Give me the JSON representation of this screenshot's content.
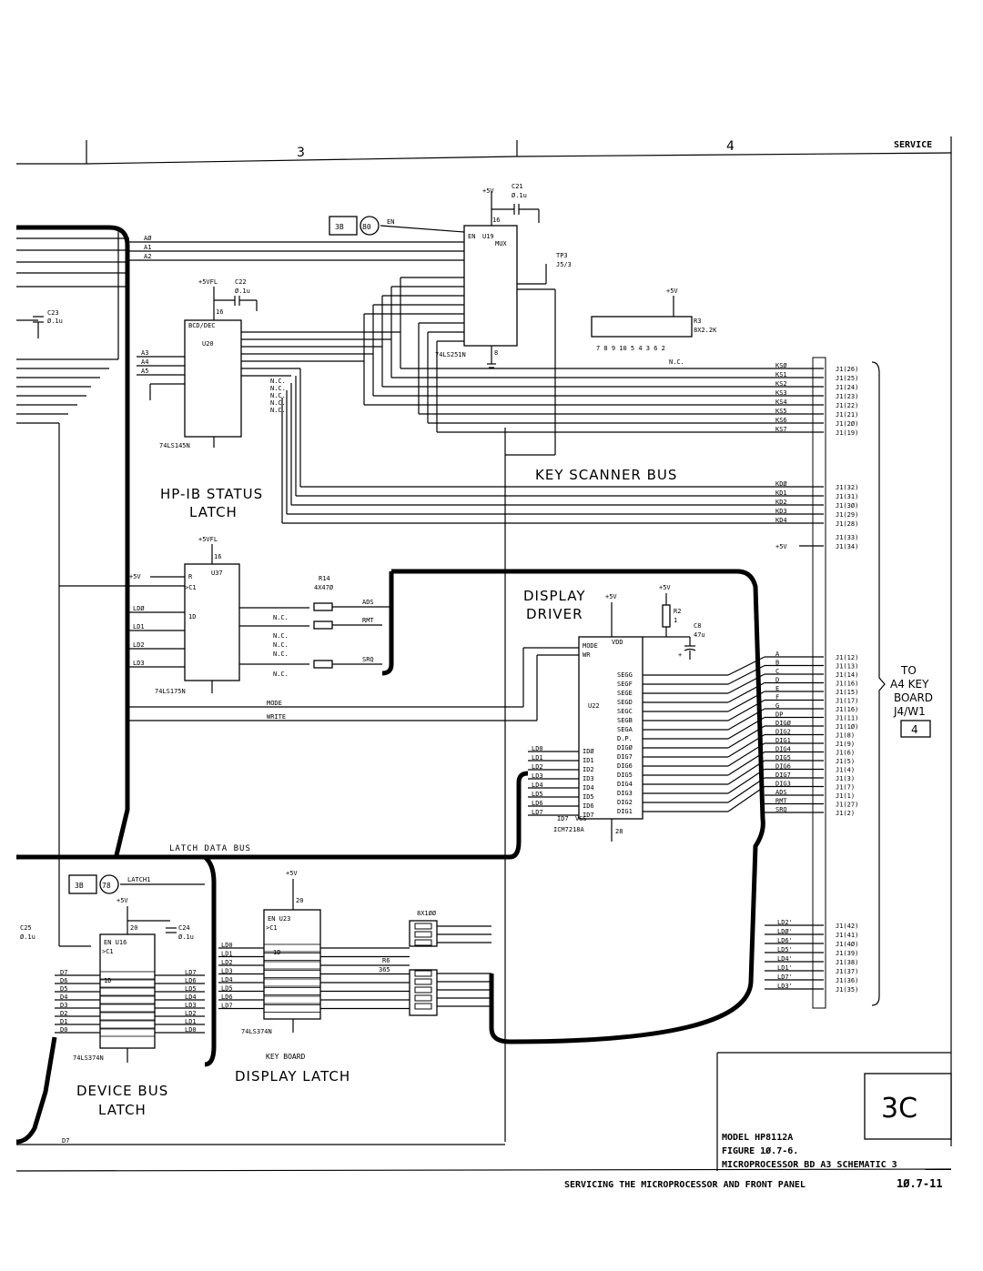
{
  "header": {
    "zone3": "3",
    "zone4": "4",
    "service": "SERVICE"
  },
  "blocks": {
    "hpib_line1": "HP-IB STATUS",
    "hpib_line2": "LATCH",
    "key_scanner_bus": "KEY SCANNER BUS",
    "display_driver_line1": "DISPLAY",
    "display_driver_line2": "DRIVER",
    "latch_data_bus": "LATCH DATA BUS",
    "device_bus_line1": "DEVICE BUS",
    "device_bus_line2": "LATCH",
    "key_board": "KEY BOARD",
    "display_latch": "DISPLAY LATCH"
  },
  "refs": {
    "ref_3b_a": "3B",
    "circle_80": "80",
    "en_label": "EN",
    "ref_3b_b": "3B",
    "circle_78": "78",
    "latch1_label": "LATCH1"
  },
  "components": {
    "u19": "74LS251N",
    "u19_mux": "MUX",
    "u20": "74LS145N",
    "u20_bcd": "BCD/DEC",
    "u37": "74LS175N",
    "u22": "ICM7218A",
    "u16": "74LS374N",
    "u23": "74LS374N",
    "c21_name": "C21",
    "c21_val": "Ø.1u",
    "c22_name": "C22",
    "c22_val": "Ø.1u",
    "c23_name": "C23",
    "c23_val": "Ø.1u",
    "c24_name": "C24",
    "c24_val": "Ø.1u",
    "c25_name": "C25",
    "c25_val": "Ø.1u",
    "c8_name": "C8",
    "c8_val": "47u",
    "r2_name": "R2",
    "r2_val": "1",
    "r3_name": "R3",
    "r3_val": "8X2.2K",
    "r14_name": "R14",
    "r14_val": "4X47Ø",
    "r6_name": "R6",
    "r6_val": "365",
    "rn_8x100": "8X1ØØ",
    "tp3": "TP3",
    "tp3_ref": "J5/3",
    "plus5v": "+5V",
    "plus5vfl": "+5VFL"
  },
  "address_lines": [
    "AØ",
    "A1",
    "A2"
  ],
  "u20_address": [
    "A3",
    "A4",
    "A5"
  ],
  "key_scan_lines": [
    "KSØ",
    "KS1",
    "KS2",
    "KS3",
    "KS4",
    "KS5",
    "KS6",
    "KS7"
  ],
  "key_scan_pins": [
    "J1(26)",
    "J1(25)",
    "J1(24)",
    "J1(23)",
    "J1(22)",
    "J1(21)",
    "J1(2Ø)",
    "J1(19)"
  ],
  "key_data_lines": [
    "KDØ",
    "KD1",
    "KD2",
    "KD3",
    "KD4"
  ],
  "key_data_pins": [
    "J1(32)",
    "J1(31)",
    "J1(3Ø)",
    "J1(29)",
    "J1(28)"
  ],
  "plus5v_pins": [
    "J1(33)",
    "J1(34)"
  ],
  "display_lines": [
    "A",
    "B",
    "C",
    "D",
    "E",
    "F",
    "G",
    "DP",
    "DIGØ",
    "DIG2",
    "DIG1",
    "DIG4",
    "DIG5",
    "DIG6",
    "DIG7",
    "DIG3",
    "ADS",
    "RMT",
    "SRQ"
  ],
  "display_pins": [
    "J1(12)",
    "J1(13)",
    "J1(14)",
    "J1(16)",
    "J1(15)",
    "J1(17)",
    "J1(16)",
    "J1(11)",
    "J1(1Ø)",
    "J1(8)",
    "J1(9)",
    "J1(6)",
    "J1(5)",
    "J1(4)",
    "J1(3)",
    "J1(7)",
    "J1(1)",
    "J1(27)",
    "J1(2)"
  ],
  "latch_lines": [
    "LD2'",
    "LDØ'",
    "LD6'",
    "LD5'",
    "LD4'",
    "LD1'",
    "LD7'",
    "LD3'"
  ],
  "latch_pins": [
    "J1(42)",
    "J1(41)",
    "J1(4Ø)",
    "J1(39)",
    "J1(38)",
    "J1(37)",
    "J1(36)",
    "J1(35)"
  ],
  "to_keyboard": {
    "line1": "TO",
    "line2": "A4 KEY",
    "line3": "BOARD",
    "line4": "J4/W1",
    "box": "4"
  },
  "u22_seg_pins": [
    "SEGG",
    "SEGF",
    "SEGE",
    "SEGD",
    "SEGC",
    "SEGB",
    "SEGA",
    "D.P.",
    "DIGØ",
    "DIG7",
    "DIG6",
    "DIG5",
    "DIG4",
    "DIG3",
    "DIG2",
    "DIG1"
  ],
  "u22_in_pins": [
    "IDØ",
    "ID1",
    "ID2",
    "ID3",
    "ID4",
    "ID5",
    "ID6",
    "ID7"
  ],
  "nc": "N.C.",
  "mode": "MODE",
  "write": "WRITE",
  "title_block": {
    "sheet_id": "3C",
    "model": "MODEL HP8112A",
    "figure": "FIGURE 1Ø.7-6.",
    "desc": "MICROPROCESSOR BD A3 SCHEMATIC 3"
  },
  "footer": {
    "text": "SERVICING THE MICROPROCESSOR AND FRONT PANEL",
    "page": "1Ø.7-11"
  }
}
